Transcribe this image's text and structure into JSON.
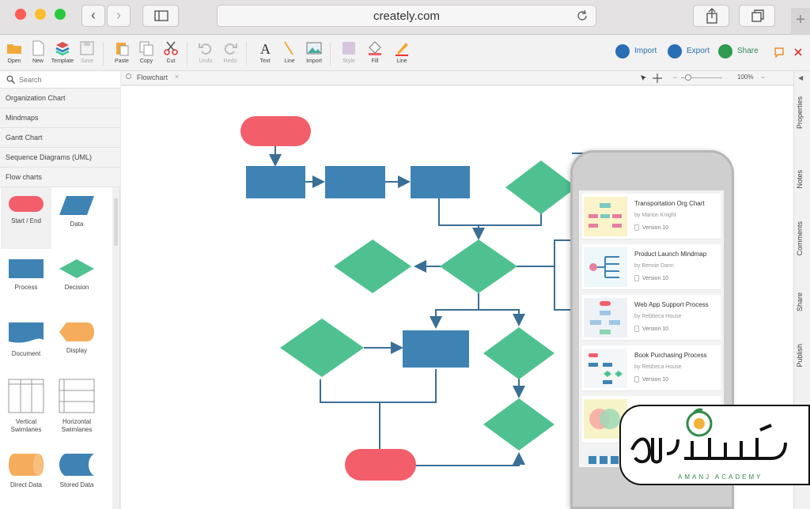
{
  "browser": {
    "url": "creately.com"
  },
  "toolbar": {
    "open": "Open",
    "new": "New",
    "template": "Template",
    "save": "Save",
    "paste": "Paste",
    "copy": "Copy",
    "cut": "Cut",
    "undo": "Undo",
    "redo": "Redo",
    "text": "Text",
    "line": "Line",
    "import": "Import",
    "style": "Style",
    "fill": "Fill",
    "line2": "Line",
    "import_action": "Import",
    "export_action": "Export",
    "share_action": "Share"
  },
  "sidebar": {
    "search_placeholder": "Search",
    "categories": [
      "Organization Chart",
      "Mindmaps",
      "Gantt Chart",
      "Sequence Diagrams (UML)",
      "Flow charts"
    ],
    "shapes": [
      "Start / End",
      "Data",
      "Process",
      "Decision",
      "Document",
      "Display",
      "Vertical Swimlanes",
      "Horizontal Swimlanes",
      "Direct Data",
      "Stored Data"
    ]
  },
  "canvas": {
    "tab": "Flowchart",
    "zoom": "100%"
  },
  "right_panel": [
    "Properties",
    "Notes",
    "Comments",
    "Share",
    "Publish"
  ],
  "phone": {
    "cards": [
      {
        "title": "Transportation Org Chart",
        "by": "by Marion Knight",
        "version": "Version 10"
      },
      {
        "title": "Product Launch Mindmap",
        "by": "by Bennie Dann",
        "version": "Version 10"
      },
      {
        "title": "Web App Support Process",
        "by": "by Rebbeca House",
        "version": "Version 10"
      },
      {
        "title": "Book Purchasing Process",
        "by": "by Rebbeca House",
        "version": "Version 10"
      }
    ]
  },
  "watermark": {
    "subtitle": "AMANJ ACADEMY"
  },
  "colors": {
    "process_blue": "#3f83b5",
    "decision_green": "#4fc191",
    "terminator_red": "#f25e6a",
    "connector": "#3a6f96"
  }
}
